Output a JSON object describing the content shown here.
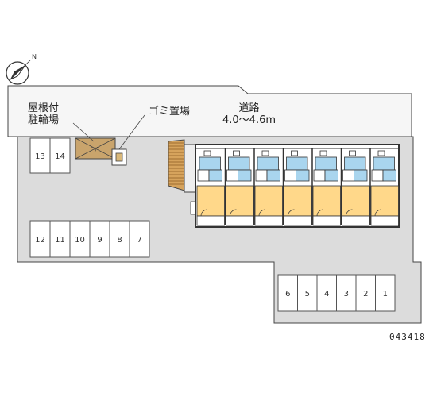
{
  "labels": {
    "bike_parking": [
      "屋根付",
      "駐輪場"
    ],
    "garbage": "ゴミ置場",
    "road_name": "道路",
    "road_width": "4.0～4.6m",
    "code": "043418"
  },
  "compass": {
    "north_symbol": "N"
  },
  "parking": {
    "top_left": [
      "13",
      "14"
    ],
    "left_row": [
      "12",
      "11",
      "10",
      "9",
      "8",
      "7"
    ],
    "right_row": [
      "6",
      "5",
      "4",
      "3",
      "2",
      "1"
    ]
  },
  "colors": {
    "ground": "#dcdcdc",
    "road": "#f2f2f2",
    "building_wall": "#333333",
    "room_floor": "#ffd88a",
    "wet_area": "#a9d5ee",
    "bike_shelter": "#c9a46c",
    "line": "#555555"
  }
}
